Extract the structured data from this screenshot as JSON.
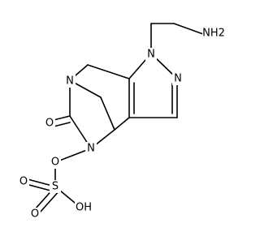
{
  "molecule": {
    "atoms": {
      "aminoethyl_n": "NH2",
      "pyrazole_n1": "N",
      "pyrazole_n2": "N",
      "bridge_n": "N",
      "ring_n": "N",
      "carbonyl_o": "O",
      "ester_o": "O",
      "sulfur": "S",
      "sulfonyl_o_top": "O",
      "sulfonyl_o_bottom": "O",
      "hydroxyl": "OH"
    }
  },
  "colors": {
    "bond": "#000000",
    "text": "#000000",
    "background": "#ffffff"
  }
}
